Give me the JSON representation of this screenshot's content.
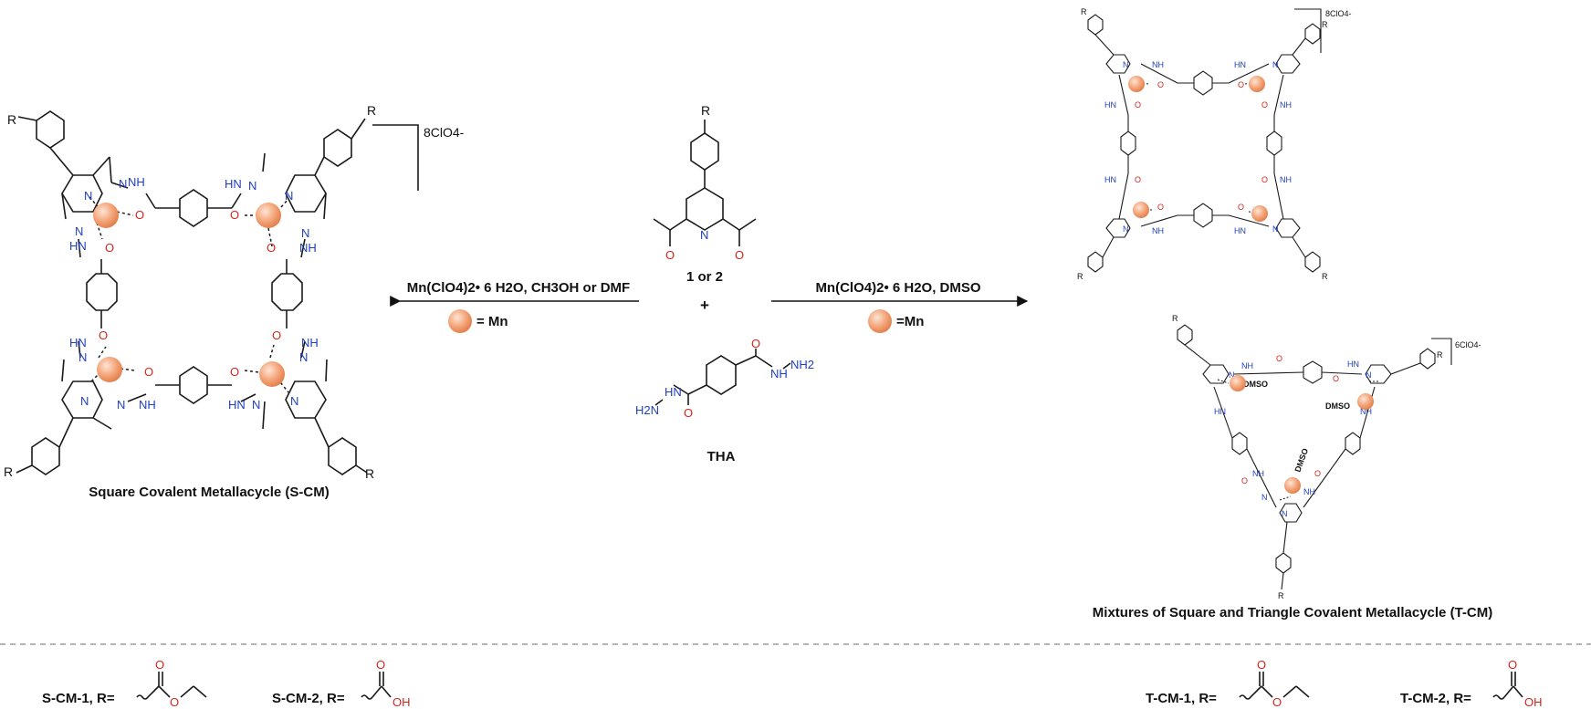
{
  "counter_ion_square": "8ClO4-",
  "counter_ion_triangle": "6ClO4-",
  "counter_ion_square_small": "8ClO4-",
  "substituent": "R",
  "left_product": {
    "caption": "Square Covalent Metallacycle (S-CM)",
    "arrow_label": "Mn(ClO4)2• 6 H2O, CH3OH or DMF",
    "legend_label": "= Mn"
  },
  "right_product": {
    "caption": "Mixtures of Square and Triangle Covalent Metallacycle (T-CM)",
    "arrow_label": "Mn(ClO4)2• 6 H2O, DMSO",
    "legend_label": "=Mn"
  },
  "center": {
    "reagent1_label": "1 or 2",
    "plus": "+",
    "reagent2_label": "THA"
  },
  "atoms": {
    "N": "N",
    "NH": "NH",
    "HN": "HN",
    "O": "O",
    "NH2": "NH2",
    "H2N": "H2N",
    "DMSO": "DMSO",
    "OH": "OH"
  },
  "footer": [
    {
      "label": "S-CM-1, R=",
      "group": "ethyl ester"
    },
    {
      "label": "S-CM-2, R=",
      "group": "carboxylic acid"
    },
    {
      "label": "T-CM-1, R=",
      "group": "ethyl ester"
    },
    {
      "label": "T-CM-2, R=",
      "group": "carboxylic acid"
    }
  ],
  "colors": {
    "metal": "#f4a57a",
    "nitrogen": "#1f3fbf",
    "oxygen": "#d2261c",
    "bond": "#1a1a1a",
    "divider": "#888888"
  }
}
